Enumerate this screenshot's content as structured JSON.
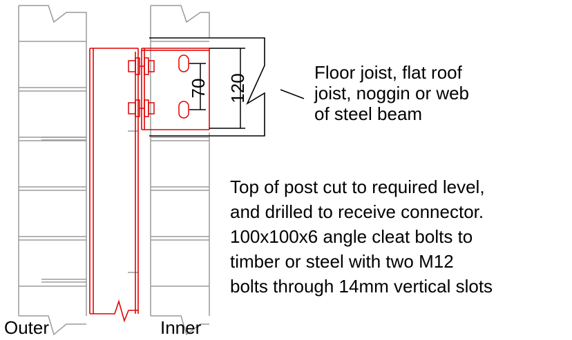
{
  "labels": {
    "outer": "Outer",
    "inner": "Inner"
  },
  "dimensions": {
    "slot_spacing": "70",
    "joist_depth": "120"
  },
  "annotations": {
    "joist_note": [
      "Floor joist, flat roof",
      "joist, noggin or web",
      "of steel beam"
    ],
    "post_note": [
      "Top of post cut to required level,",
      "and drilled to receive connector.",
      "100x100x6 angle cleat bolts to",
      "timber or steel with two M12",
      "bolts through 14mm vertical slots"
    ]
  },
  "colors": {
    "steel_post": "#e00000",
    "wall_lines": "#9a9a9a",
    "ink": "#000000"
  }
}
